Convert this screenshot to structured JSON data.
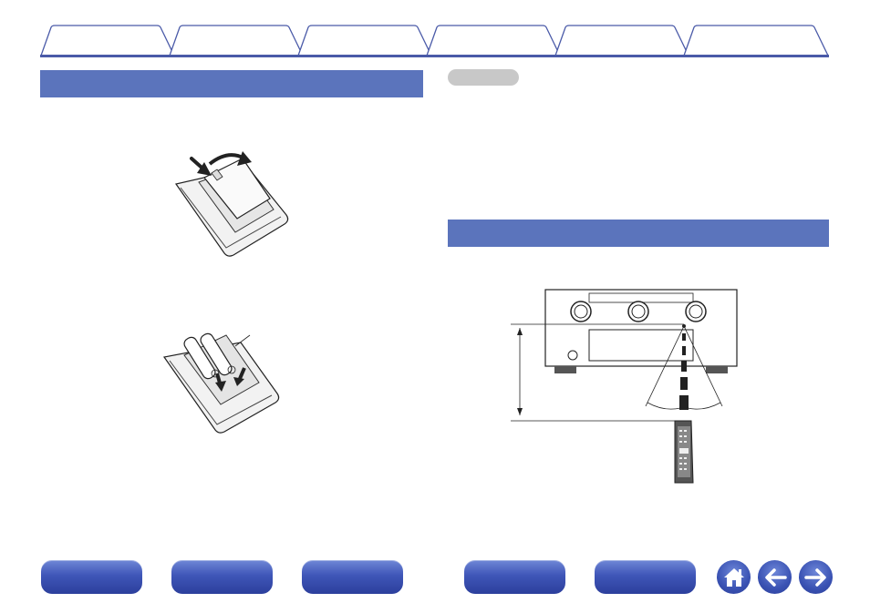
{
  "tabs": [
    {
      "label": ""
    },
    {
      "label": ""
    },
    {
      "label": ""
    },
    {
      "label": ""
    },
    {
      "label": ""
    },
    {
      "label": ""
    }
  ],
  "colors": {
    "accent": "#5b74bc",
    "tab_rule": "#4a5aa8",
    "nav_button": "#3f56b8",
    "note_pill": "#c8c8c8"
  },
  "sections": {
    "left_header": "",
    "right_header": "",
    "note_label": ""
  },
  "illustrations": {
    "remote_cover": "remote-battery-cover-illustration",
    "remote_batteries": "remote-battery-insert-illustration",
    "receiver_range": "remote-operating-range-illustration"
  },
  "bottom_nav": {
    "buttons": [
      "",
      "",
      "",
      "",
      ""
    ],
    "icons": [
      "home-icon",
      "back-arrow-icon",
      "forward-arrow-icon"
    ]
  }
}
